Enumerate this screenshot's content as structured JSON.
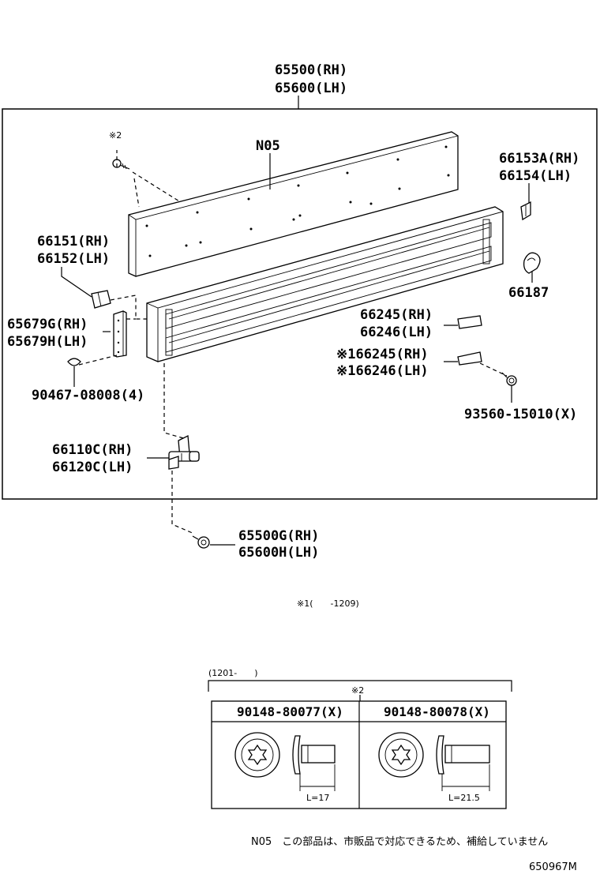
{
  "top_label": {
    "rh": "65500(RH)",
    "lh": "65600(LH)"
  },
  "labels": {
    "mark2_top": "※2",
    "n05": "N05",
    "p66153": "66153A(RH)",
    "p66154": "66154(LH)",
    "p66151": "66151(RH)",
    "p66152": "66152(LH)",
    "p66187": "66187",
    "p65679g": "65679G(RH)",
    "p65679h": "65679H(LH)",
    "p66245": "66245(RH)",
    "p66246": "66246(LH)",
    "p66245b": "※166245(RH)",
    "p66246b": "※166246(LH)",
    "p90467": "90467-08008(4)",
    "p93560": "93560-15010(X)",
    "p66110": "66110C(RH)",
    "p66120": "66120C(LH)",
    "p65500g": "65500G(RH)",
    "p65600h": "65600H(LH)"
  },
  "footnote1": "※1(　　-1209)",
  "table": {
    "period": "(1201-　　)",
    "mark": "※2",
    "col1_part": "90148-80077(X)",
    "col2_part": "90148-80078(X)",
    "col1_len": "L=17",
    "col2_len": "L=21.5"
  },
  "note_n05": "N05　この部品は、市販品で対応できるため、補給していません",
  "diagram_id": "650967M"
}
